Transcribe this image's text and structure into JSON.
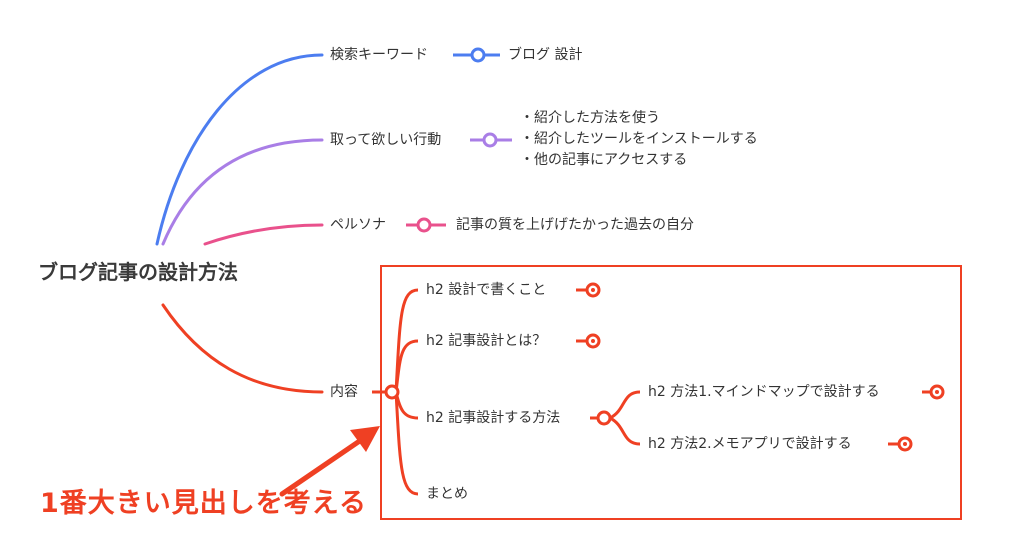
{
  "root": {
    "label": "ブログ記事の設計方法"
  },
  "colors": {
    "blue": "#4c7df0",
    "purple": "#a97ee6",
    "pink": "#e9518c",
    "red": "#ef4023"
  },
  "branches": {
    "keyword": {
      "label": "検索キーワード",
      "value": "ブログ 設計"
    },
    "action": {
      "label": "取って欲しい行動",
      "items": [
        "・紹介した方法を使う",
        "・紹介したツールをインストールする",
        "・他の記事にアクセスする"
      ]
    },
    "persona": {
      "label": "ペルソナ",
      "value": "記事の質を上げげたかった過去の自分"
    },
    "content": {
      "label": "内容",
      "children": [
        {
          "label": "h2 設計で書くこと"
        },
        {
          "label": "h2 記事設計とは？"
        },
        {
          "label": "h2 記事設計する方法",
          "children": [
            {
              "label": "h2 方法1.マインドマップで設計する"
            },
            {
              "label": "h2 方法2.メモアプリで設計する"
            }
          ]
        },
        {
          "label": "まとめ"
        }
      ]
    }
  },
  "annotation": {
    "text": "1番大きい見出しを考える"
  }
}
